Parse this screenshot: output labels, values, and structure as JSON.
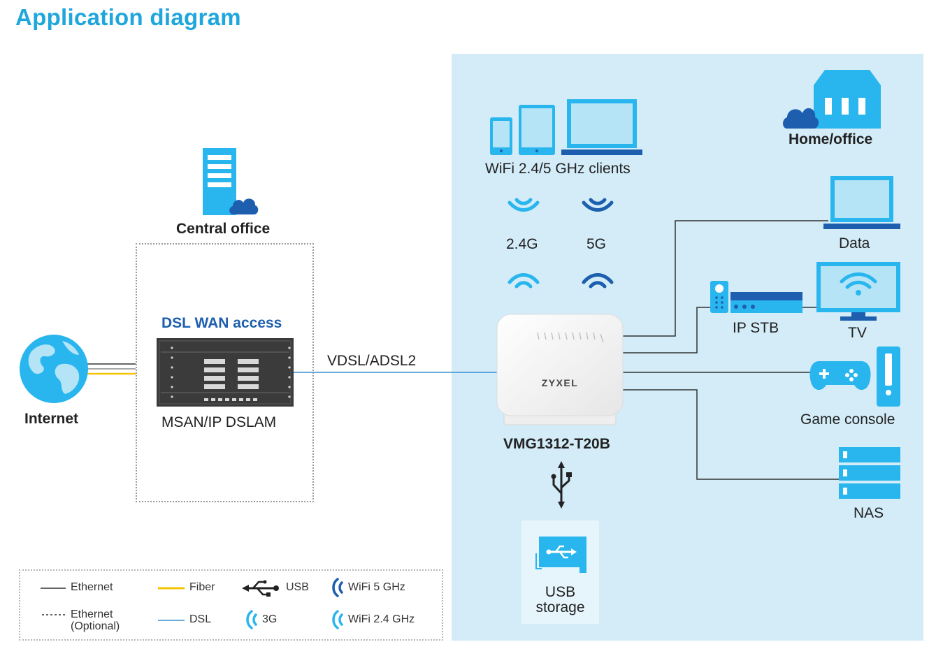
{
  "title": "Application diagram",
  "central_office": {
    "label": "Central office",
    "dsl_wan_label": "DSL WAN access",
    "dslam_label": "MSAN/IP DSLAM"
  },
  "internet_label": "Internet",
  "link_label": "VDSL/ADSL2",
  "home": {
    "label": "Home/office",
    "wifi_clients_label": "WiFi 2.4/5 GHz clients",
    "band_24_label": "2.4G",
    "band_5_label": "5G",
    "router_brand": "ZYXEL",
    "router_model": "VMG1312-T20B",
    "usb_storage_label_1": "USB",
    "usb_storage_label_2": "storage",
    "devices": {
      "data": "Data",
      "iptv_stb": "IP STB",
      "tv": "TV",
      "game_console": "Game console",
      "nas": "NAS"
    }
  },
  "legend": {
    "ethernet": "Ethernet",
    "ethernet_optional_1": "Ethernet",
    "ethernet_optional_2": "(Optional)",
    "fiber": "Fiber",
    "dsl": "DSL",
    "usb": "USB",
    "g3": "3G",
    "wifi5": "WiFi 5 GHz",
    "wifi24": "WiFi 2.4 GHz"
  },
  "colors": {
    "accent": "#1fa6dc",
    "dark_blue": "#1d5fae",
    "light_blue": "#29b6ee",
    "panel": "#d3ecf8",
    "fiber": "#f5c400",
    "dsl": "#3a8fd0"
  },
  "icons": [
    "globe-icon",
    "server-icon",
    "cloud-icon",
    "dslam-icon",
    "phone-icon",
    "tablet-icon",
    "laptop-icon",
    "wifi-icon",
    "router-icon",
    "usb-icon",
    "usb-drive-icon",
    "house-icon",
    "monitor-icon",
    "tv-icon",
    "stb-icon",
    "remote-icon",
    "gamepad-icon",
    "console-icon",
    "nas-icon"
  ]
}
